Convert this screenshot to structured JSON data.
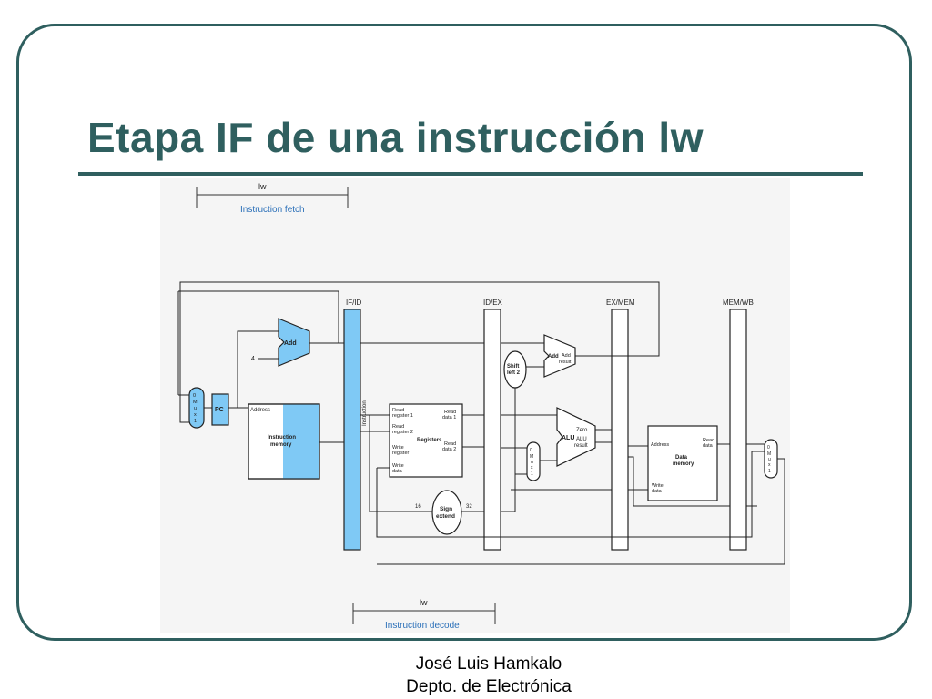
{
  "slide": {
    "title": "Etapa IF de una instrucción lw",
    "footer_line1": "José Luis Hamkalo",
    "footer_line2": "Depto. de Electrónica"
  },
  "diagram": {
    "top_stage": {
      "instr": "lw",
      "stage": "Instruction fetch"
    },
    "bottom_stage": {
      "instr": "lw",
      "stage": "Instruction decode"
    },
    "pipeline_regs": [
      "IF/ID",
      "ID/EX",
      "EX/MEM",
      "MEM/WB"
    ],
    "labels": {
      "add": "Add",
      "four": "4",
      "pc": "PC",
      "mux_a": "0\nM\nu\nx\n1",
      "address": "Address",
      "instruction_memory": [
        "Instruction",
        "memory"
      ],
      "instruction": "Instruction",
      "read_register_1": [
        "Read",
        "register 1"
      ],
      "read_register_2": [
        "Read",
        "register 2"
      ],
      "write_register": [
        "Write",
        "register"
      ],
      "write_data": [
        "Write",
        "data"
      ],
      "registers": "Registers",
      "read_data_1": [
        "Read",
        "data 1"
      ],
      "read_data_2": [
        "Read",
        "data 2"
      ],
      "shift_left_2": [
        "Shift",
        "left 2"
      ],
      "add_result": [
        "Add",
        "result"
      ],
      "alu": "ALU",
      "zero": "Zero",
      "alu_result": [
        "ALU",
        "result"
      ],
      "sign_extend": [
        "Sign",
        "extend"
      ],
      "bits_16": "16",
      "bits_32": "32",
      "dm_address": "Address",
      "dm_read_data": [
        "Read",
        "data"
      ],
      "dm_name": [
        "Data",
        "memory"
      ],
      "dm_write_data": [
        "Write",
        "data"
      ]
    },
    "highlight_color": "#7fc9f5",
    "stage_label_color": "#2a6fb8"
  }
}
